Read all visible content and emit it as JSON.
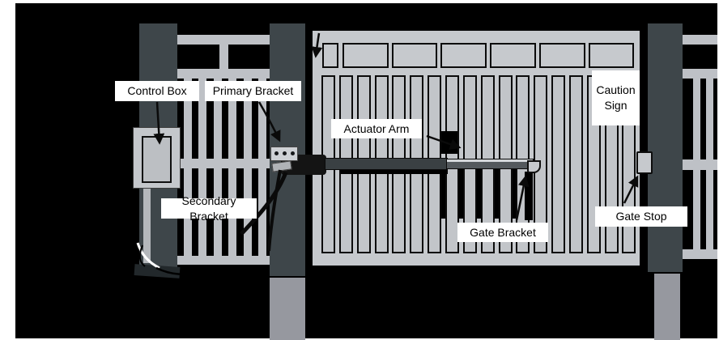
{
  "diagram": {
    "labels": {
      "control_box": "Control Box",
      "primary_bracket": "Primary Bracket",
      "secondary_bracket": "Secondary Bracket",
      "actuator_arm": "Actuator Arm",
      "gate_bracket": "Gate Bracket",
      "gate_stop": "Gate Stop",
      "caution_sign_line1": "Caution",
      "caution_sign_line2": "Sign"
    },
    "colors": {
      "background": "#000000",
      "post_dark": "#3E464A",
      "post_base_light": "#96989F",
      "gate_panel": "#C6C9CD",
      "slat": "#C2C5C9",
      "rail": "#BEC1C6",
      "label_bg": "#FFFFFF",
      "label_text": "#000000",
      "hardware_dark": "#141414",
      "arm_rear": "#3A4043",
      "arm_front": "#54595D",
      "arm_highlight": "#D4D7DA",
      "wire": "#0A0A0A",
      "white_wire": "#FFFFFF"
    }
  }
}
